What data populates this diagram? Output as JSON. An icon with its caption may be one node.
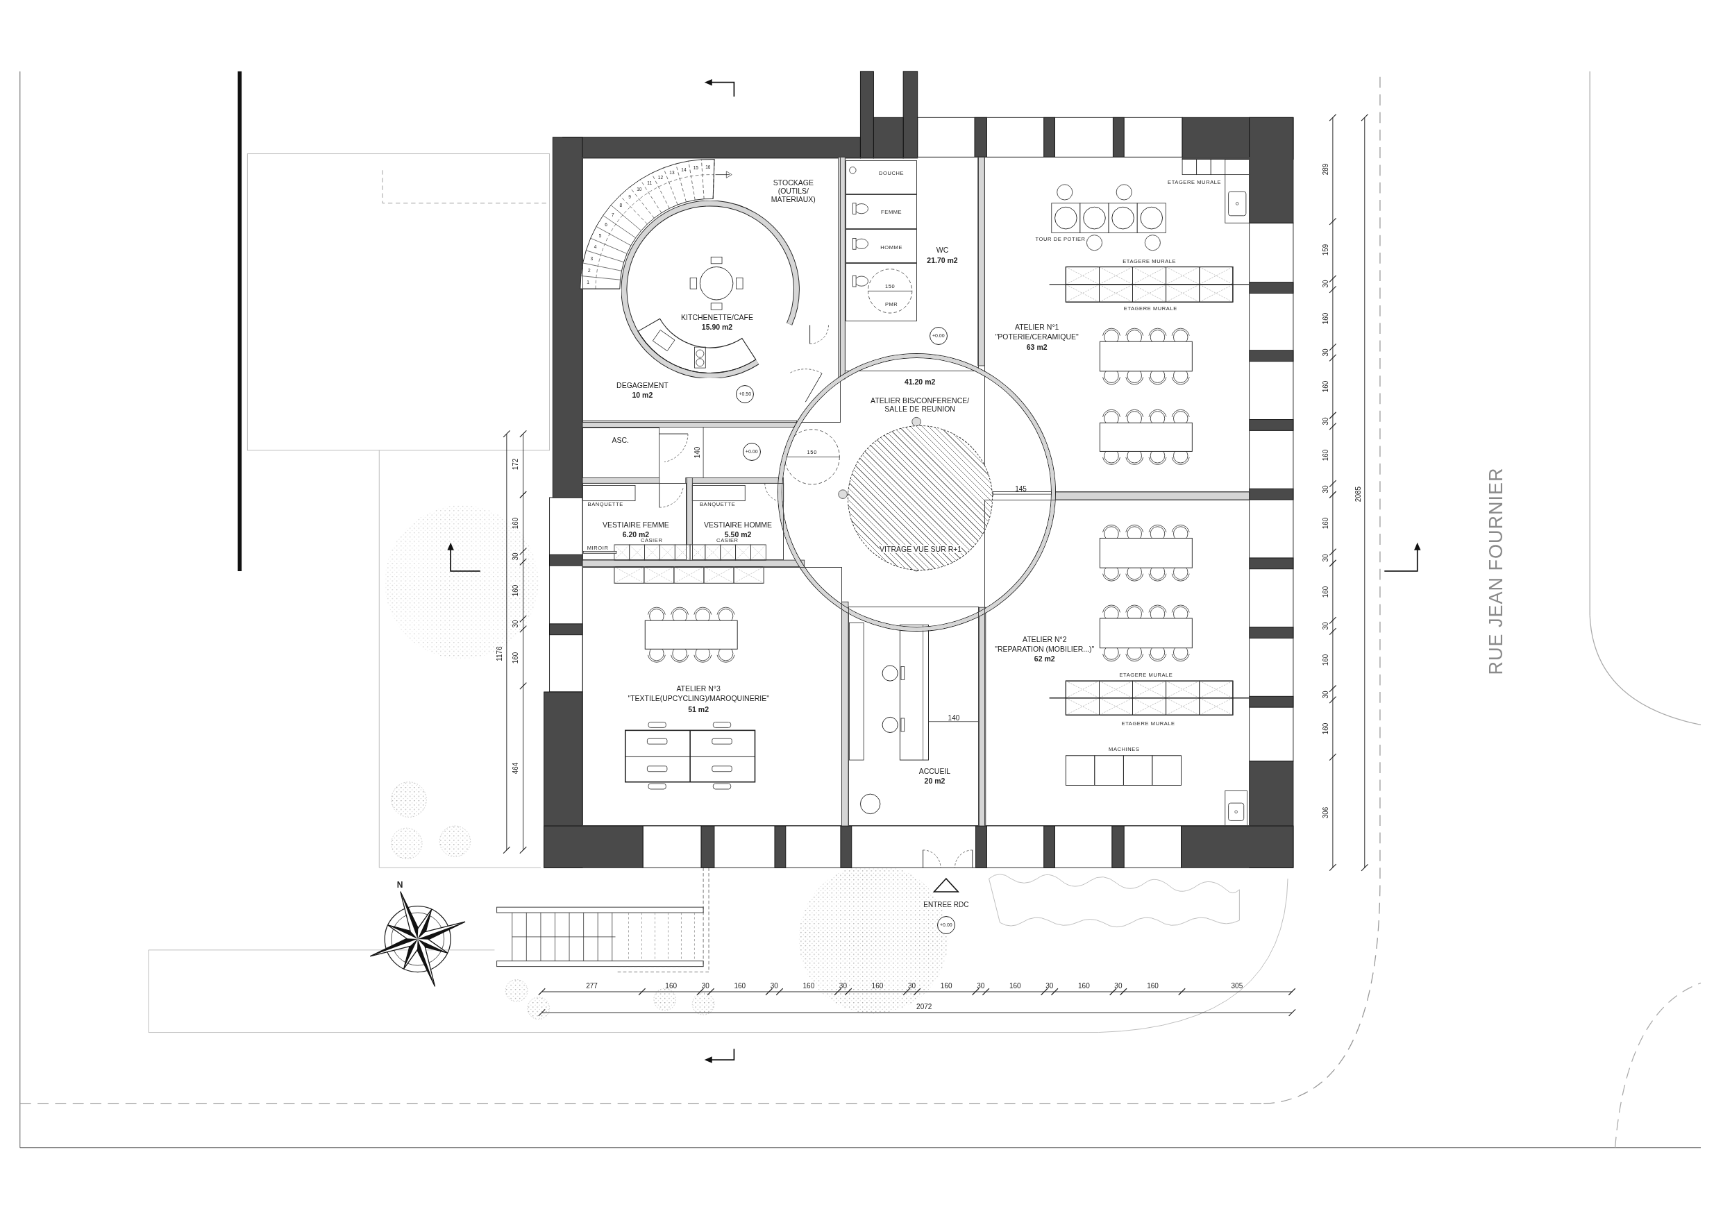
{
  "diagram": {
    "nodes": [
      {
        "text": [
          "DEGAGEMENT",
          "10 m2"
        ]
      },
      {
        "text": [
          "KITCHENETTE/CAFE",
          "15.90 m2"
        ],
        "in": 0
      },
      {
        "text": [
          "WC",
          "21.70 m2"
        ]
      },
      {
        "text": [
          "DOUCHE"
        ],
        "in": 2
      },
      {
        "text": [
          "FEMME"
        ],
        "in": 2
      },
      {
        "text": [
          "HOMME"
        ],
        "in": 2
      },
      {
        "text": [
          "PMR"
        ],
        "in": 2
      },
      {
        "text": [
          "ATELIER N°1",
          "\"POTERIE/CERAMIQUE\"",
          "63 m2"
        ]
      },
      {
        "text": [
          "41.20 m2",
          "ATELIER BIS/CONFERENCE/ SALLE DE REUNION"
        ]
      },
      {
        "text": [
          "VITRAGE VUE SUR R+1"
        ],
        "in": 8
      },
      {
        "text": [
          "ASC."
        ]
      },
      {
        "text": [
          "VESTIAIRE FEMME",
          "6.20 m2"
        ]
      },
      {
        "text": [
          "VESTIAIRE HOMME",
          "5.50 m2"
        ]
      },
      {
        "text": [
          "ATELIER N°2",
          "\"REPARATION (MOBILIER...)\"",
          "62 m2"
        ]
      },
      {
        "text": [
          "ATELIER N°3",
          "\"TEXTILE(UPCYCLING)/MAROQUINERIE\"",
          "51 m2"
        ]
      },
      {
        "text": [
          "ACCUEIL",
          "20 m2"
        ]
      }
    ],
    "labels": [
      "STOCKAGE (OUTILS/ MATERIAUX)",
      "1",
      "2",
      "3",
      "4",
      "5",
      "6",
      "7",
      "8",
      "9",
      "10",
      "11",
      "12",
      "13",
      "14",
      "15",
      "16",
      "150",
      "+0.00",
      "ETAGERE MURALE",
      "TOUR DE POTIER",
      "ETAGERE MURALE",
      "ETAGERE MURALE",
      "+0.50",
      "140",
      "+0.00",
      "150",
      "145",
      "BANQUETTE",
      "BANQUETTE",
      "CASIER",
      "CASIER",
      "MIROIR",
      "ETAGERE MURALE",
      "ETAGERE MURALE",
      "140",
      "MACHINES",
      "ENTREE RDC",
      "+0.00",
      "N",
      "RUE JEAN FOURNIER",
      "289",
      "159",
      "30",
      "160",
      "30",
      "160",
      "30",
      "160",
      "30",
      "160",
      "30",
      "160",
      "30",
      "160",
      "30",
      "160",
      "306",
      "2085",
      "172",
      "160",
      "30",
      "160",
      "30",
      "160",
      "464",
      "1176",
      "277",
      "160",
      "30",
      "160",
      "30",
      "160",
      "30",
      "160",
      "30",
      "160",
      "30",
      "160",
      "30",
      "160",
      "30",
      "160",
      "305",
      "2072"
    ]
  }
}
